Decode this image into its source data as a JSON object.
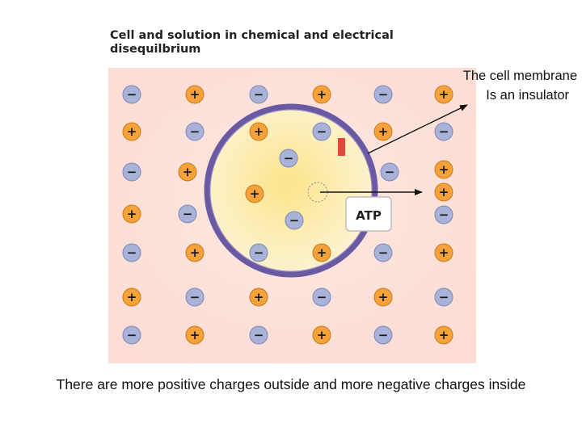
{
  "title_line1": "Cell and solution in chemical and electrical",
  "title_line2": "disequilbrium",
  "callout": {
    "line1": "The cell membrane",
    "line2": "Is an insulator"
  },
  "atp_label": "ATP",
  "caption": "There are more positive charges outside and more negative charges inside",
  "symbols": {
    "positive": "+",
    "negative": "−"
  },
  "colors": {
    "solution_background": "#fde3dc",
    "cell_interior": "#fbe9a6",
    "membrane": "#6a5aa3",
    "positive_ion": "#f6a23a",
    "negative_ion": "#a9b3d9",
    "channel": "#e8453c",
    "arrow": "#111111"
  }
}
